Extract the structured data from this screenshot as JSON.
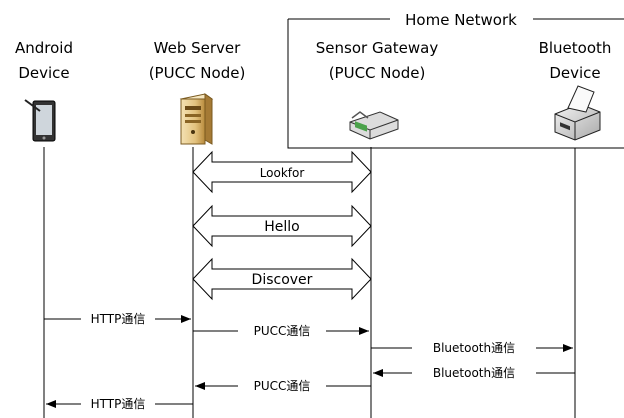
{
  "diagram": {
    "network_label": "Home Network",
    "nodes": [
      {
        "line1": "Android",
        "line2": "Device"
      },
      {
        "line1": "Web Server",
        "line2": "(PUCC Node)"
      },
      {
        "line1": "Sensor Gateway",
        "line2": "(PUCC Node)"
      },
      {
        "line1": "Bluetooth",
        "line2": "Device"
      }
    ],
    "exchanges": [
      "Lookfor",
      "Hello",
      "Discover"
    ],
    "messages": [
      {
        "label": "HTTP通信",
        "direction": "right"
      },
      {
        "label": "PUCC通信",
        "direction": "right"
      },
      {
        "label": "Bluetooth通信",
        "direction": "right"
      },
      {
        "label": "Bluetooth通信",
        "direction": "left"
      },
      {
        "label": "PUCC通信",
        "direction": "left"
      },
      {
        "label": "HTTP通信",
        "direction": "left"
      }
    ],
    "icons": [
      "tablet-icon",
      "server-tower-icon",
      "gateway-router-icon",
      "printer-icon"
    ]
  }
}
